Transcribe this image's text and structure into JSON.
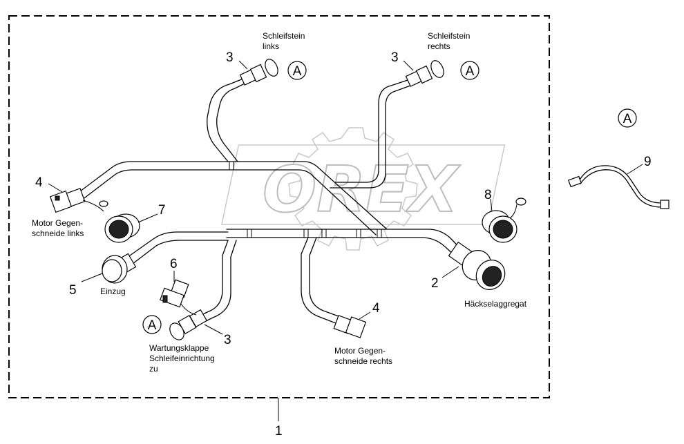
{
  "watermark": "OREX",
  "callouts": {
    "c1": "1",
    "c2": "2",
    "c3a": "3",
    "c3b": "3",
    "c3c": "3",
    "c4a": "4",
    "c4b": "4",
    "c5": "5",
    "c6": "6",
    "c7": "7",
    "c8": "8",
    "c9": "9"
  },
  "detail_markers": [
    "A",
    "A",
    "A",
    "A"
  ],
  "labels": {
    "schleifstein_links": [
      "Schleifstein",
      "links"
    ],
    "schleifstein_rechts": [
      "Schleifstein",
      "rechts"
    ],
    "motor_links": [
      "Motor Gegen-",
      "schneide links"
    ],
    "einzug": "Einzug",
    "wartungsklappe": [
      "Wartungsklappe",
      "Schleifeinrichtung",
      "zu"
    ],
    "motor_rechts": [
      "Motor Gegen-",
      "schneide rechts"
    ],
    "haeckselaggregat": "Häckselaggregat"
  }
}
